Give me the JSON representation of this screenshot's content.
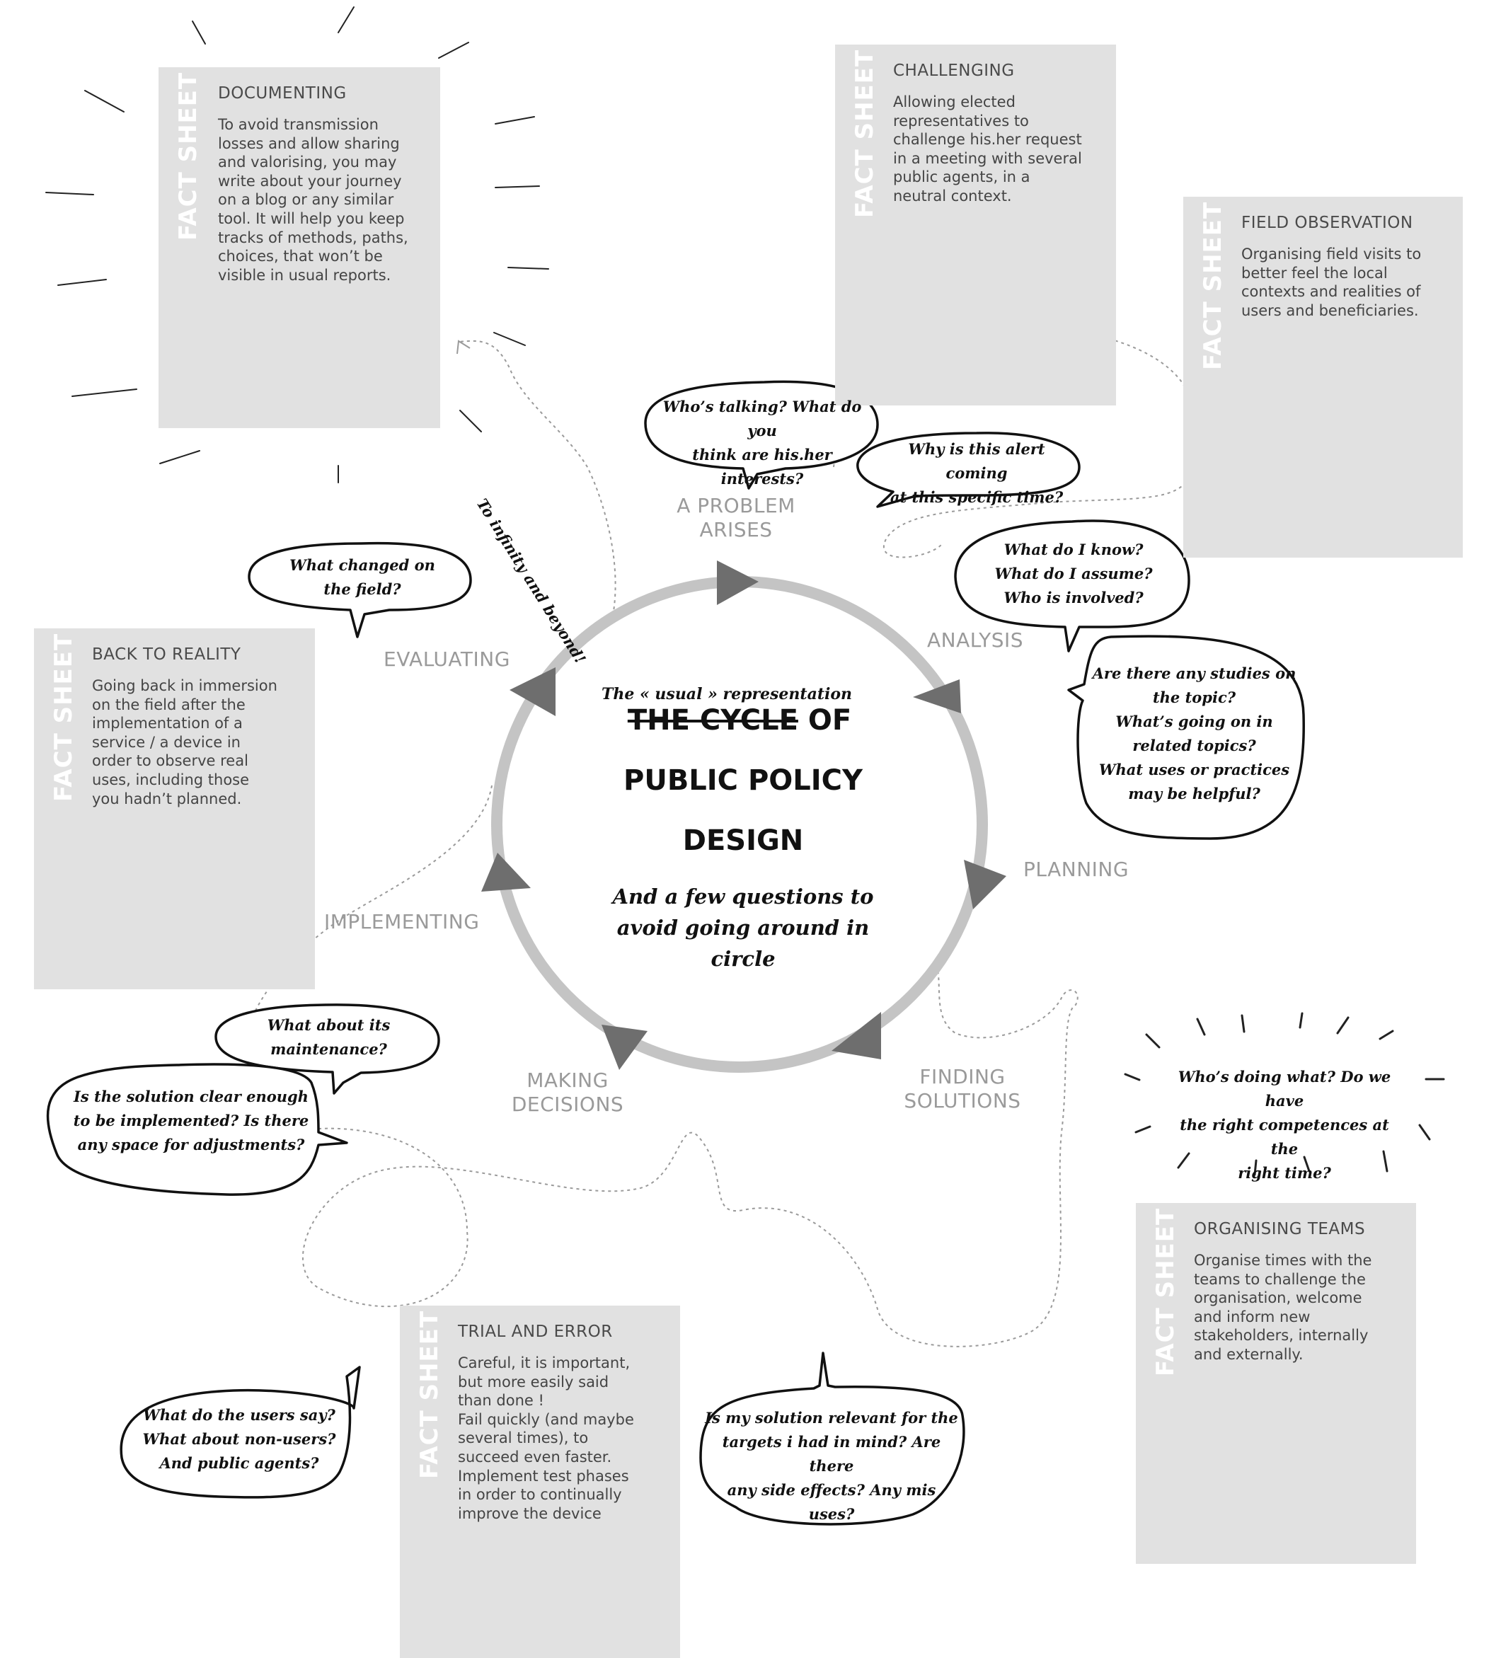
{
  "center": {
    "kicker": "The « usual » representation",
    "title_struck": "THE CYCLE",
    "title_of": " OF",
    "title_line2": "PUBLIC POLICY",
    "title_line3": "DESIGN",
    "subtitle_line1": "And a few questions to",
    "subtitle_line2": "avoid going around in",
    "subtitle_line3": "circle"
  },
  "stages": {
    "problem_1": "A PROBLEM",
    "problem_2": "ARISES",
    "analysis": "ANALYSIS",
    "planning": "PLANNING",
    "finding_1": "FINDING",
    "finding_2": "SOLUTIONS",
    "deciding_1": "MAKING",
    "deciding_2": "DECISIONS",
    "implementing": "IMPLEMENTING",
    "evaluating": "EVALUATING"
  },
  "infinity_label": "To infinity and beyond!",
  "fact_sheets": {
    "label": "FACT SHEET",
    "documenting": {
      "title": "DOCUMENTING",
      "lines": [
        "To avoid transmission",
        "losses and allow sharing",
        "and valorising, you may",
        "write about your journey",
        "on a blog or any similar",
        "tool. It will help you keep",
        "tracks of methods, paths,",
        "choices, that won’t be",
        "visible in usual reports."
      ]
    },
    "challenging": {
      "title": "CHALLENGING",
      "lines": [
        "Allowing elected",
        "representatives to",
        "challenge his.her request",
        "in a meeting with several",
        "public agents, in a",
        "neutral context."
      ]
    },
    "field_observation": {
      "title": "FIELD OBSERVATION",
      "lines": [
        "Organising field visits to",
        "better feel the local",
        "contexts and realities of",
        "users and beneficiaries."
      ]
    },
    "back_to_reality": {
      "title": "BACK TO REALITY",
      "lines": [
        "Going back in immersion",
        "on the field after the",
        "implementation of a",
        "service / a device in",
        "order to observe real",
        "uses, including those",
        "you hadn’t planned."
      ]
    },
    "organising_teams": {
      "title": "ORGANISING TEAMS",
      "lines": [
        "Organise times with the",
        "teams to challenge the",
        "organisation, welcome",
        "and inform new",
        "stakeholders, internally",
        "and externally."
      ]
    },
    "trial_and_error": {
      "title": "TRIAL AND ERROR",
      "lines": [
        "Careful, it is important,",
        "but more easily said",
        "than done !",
        "Fail quickly (and maybe",
        "several times), to",
        "succeed even faster.",
        "Implement test phases",
        "in order to continually",
        "improve the device"
      ]
    }
  },
  "bubbles": {
    "whos_talking": [
      "Who’s talking? What do you",
      "think are his.her interests?"
    ],
    "why_alert": [
      "Why is this alert coming",
      "at this specific time?"
    ],
    "what_know": [
      "What do I know?",
      "What do I assume?",
      "Who is involved?"
    ],
    "studies": [
      "Are there any studies on",
      "the topic?",
      "What’s going on in",
      "related topics?",
      "What uses or practices",
      "may be helpful?"
    ],
    "what_changed": [
      "What changed on",
      "the field?"
    ],
    "maintenance": [
      "What about its",
      "maintenance?"
    ],
    "solution_clear": [
      "Is the solution clear enough",
      "to be implemented? Is there",
      "any space for adjustments?"
    ],
    "users_say": [
      "What do the users say?",
      "What about non-users?",
      "And public agents?"
    ],
    "relevant": [
      "Is my solution relevant for the",
      "targets i had in mind? Are there",
      "any side effects? Any mis uses?"
    ],
    "whos_doing": [
      "Who’s doing what? Do we have",
      "the right competences at the",
      "right time?"
    ]
  }
}
